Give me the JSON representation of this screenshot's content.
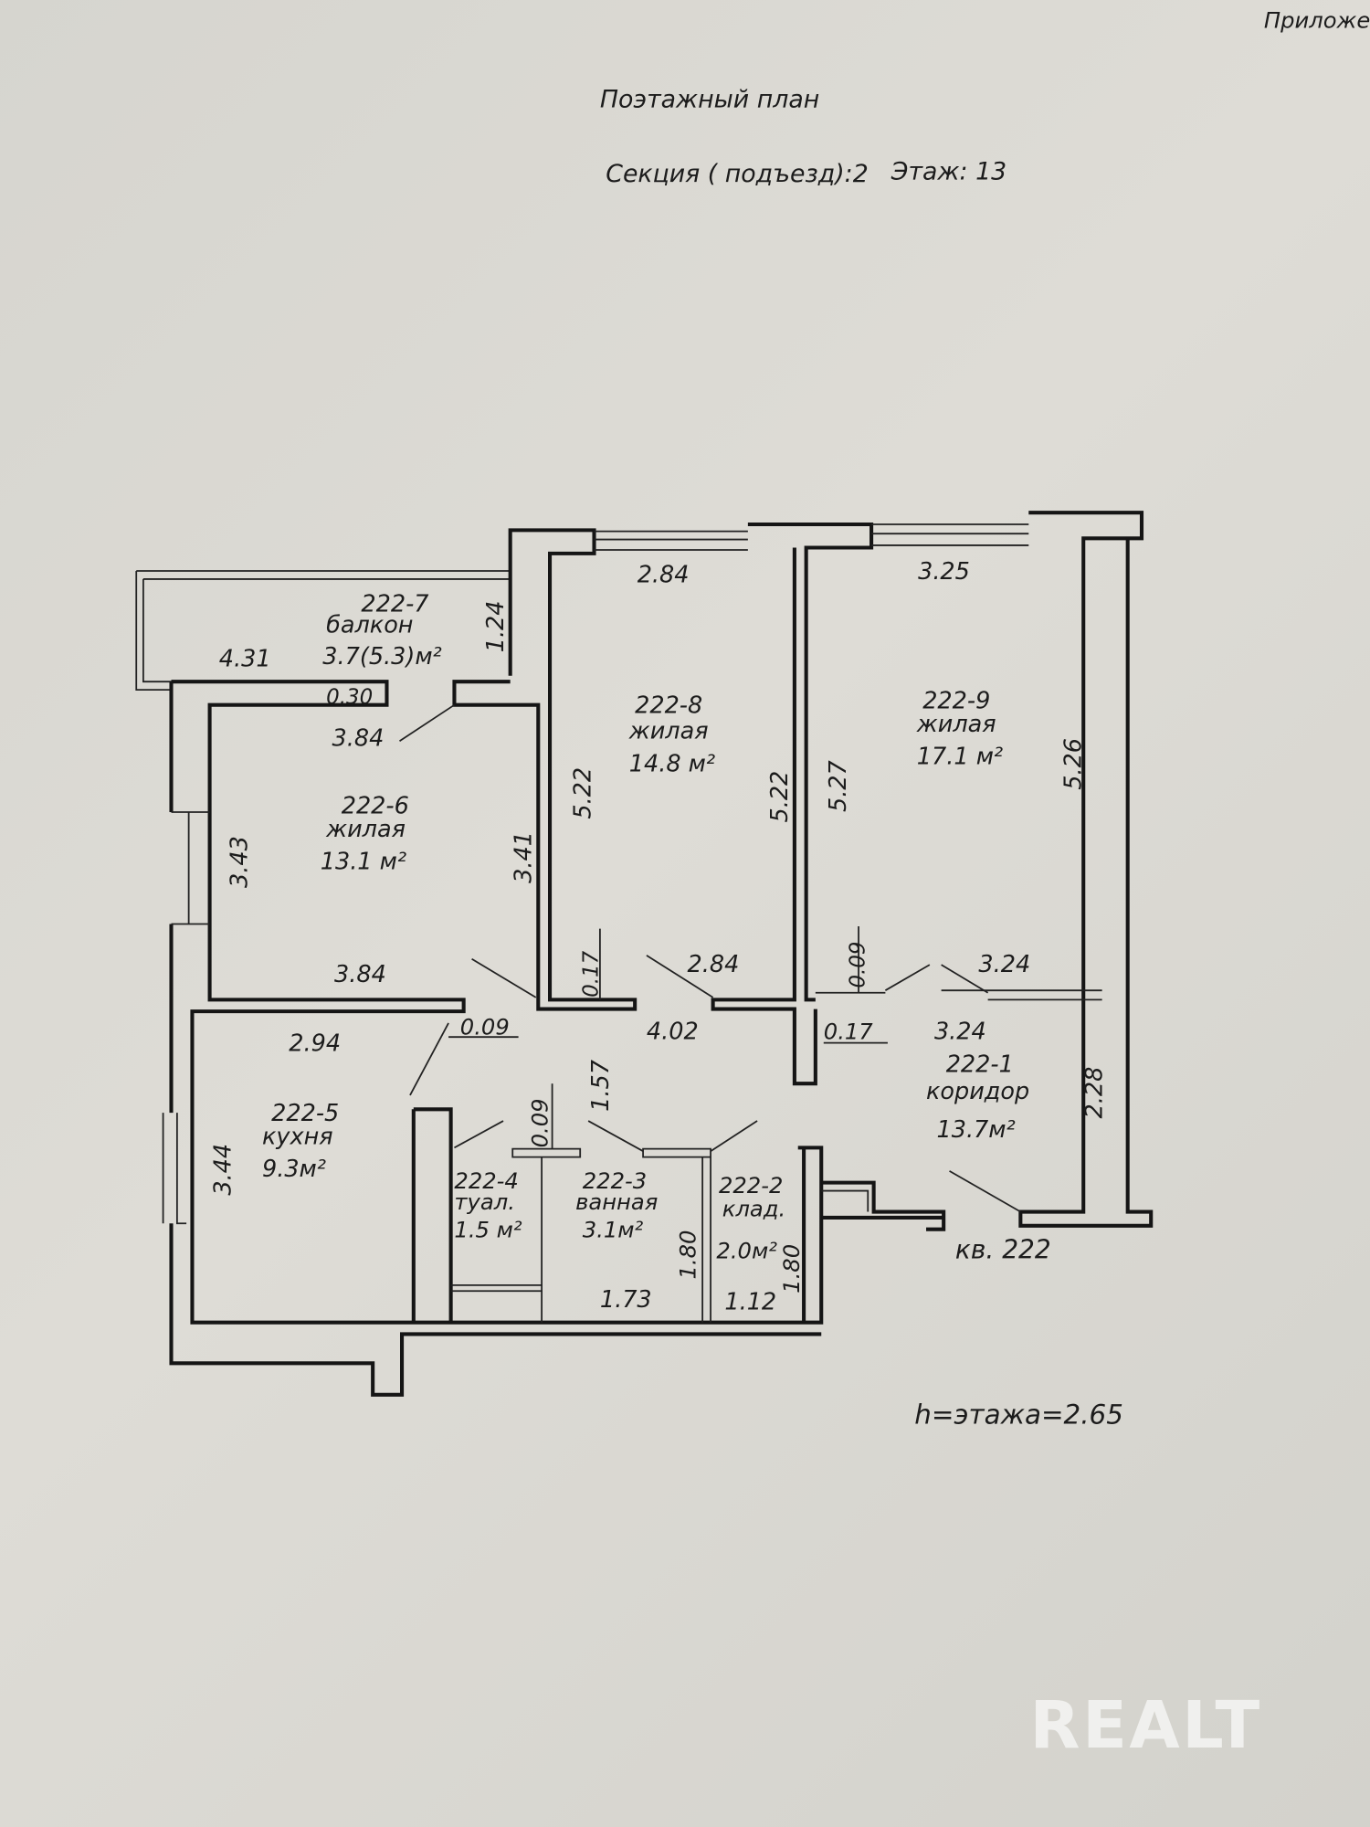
{
  "header": {
    "corner_note": "Приложе",
    "title": "Поэтажный план",
    "section_label": "Секция ( подъезд):2",
    "floor_label": "Этаж: 13"
  },
  "rooms": [
    {
      "id": "222-7",
      "name": "балкон",
      "area": "3.7(5.3)м²"
    },
    {
      "id": "222-8",
      "name": "жилая",
      "area": "14.8 м²"
    },
    {
      "id": "222-9",
      "name": "жилая",
      "area": "17.1 м²"
    },
    {
      "id": "222-6",
      "name": "жилая",
      "area": "13.1 м²"
    },
    {
      "id": "222-5",
      "name": "кухня",
      "area": "9.3м²"
    },
    {
      "id": "222-4",
      "name": "туал.",
      "area": "1.5 м²"
    },
    {
      "id": "222-3",
      "name": "ванная",
      "area": "3.1м²"
    },
    {
      "id": "222-2",
      "name": "клад.",
      "area": "2.0м²"
    },
    {
      "id": "222-1",
      "name": "коридор",
      "area": "13.7м²"
    }
  ],
  "dimensions": {
    "balcony_len": "4.31",
    "balcony_w": "1.24",
    "stub": "0.30",
    "r6_top": "3.84",
    "r6_left": "3.43",
    "r6_right": "3.41",
    "r6_bottom": "3.84",
    "r8_top": "2.84",
    "r8_left": "5.22",
    "r8_right": "5.22",
    "r8_bottom": "2.84",
    "r8_door": "0.17",
    "r9_top": "3.25",
    "r9_left": "5.27",
    "r9_right": "5.26",
    "r9_bottom": "3.24",
    "r9_door": "0.09",
    "kitchen_top": "2.94",
    "kitchen_left": "3.44",
    "kitchen_door": "0.09",
    "corr_len": "4.02",
    "corr_door": "0.17",
    "corr_w": "3.24",
    "corr_right": "2.28",
    "corr_h": "1.57",
    "toilet_door": "0.09",
    "bath_h": "1.80",
    "bath_w": "1.73",
    "stor_w": "1.12",
    "stor_h": "1.80"
  },
  "apartment_label": "кв. 222",
  "floor_height": "h=этажа=2.65",
  "watermark": "REALT"
}
